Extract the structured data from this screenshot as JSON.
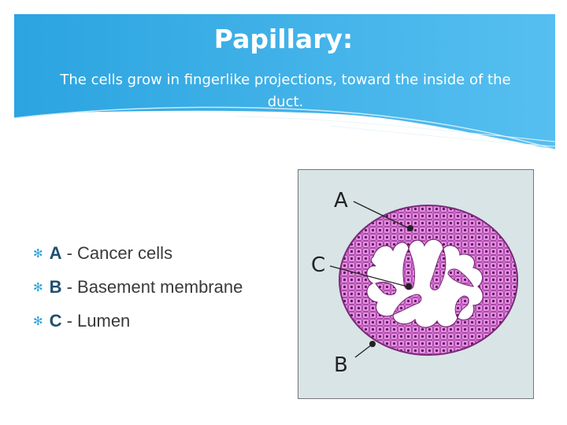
{
  "slide": {
    "title": "Papillary:",
    "subtitle": "The cells grow in fingerlike projections, toward the inside of the duct."
  },
  "bullets": [
    {
      "key": "A",
      "text": " - Cancer cells"
    },
    {
      "key": "B",
      "text": " - Basement membrane"
    },
    {
      "key": "C",
      "text": " - Lumen"
    }
  ],
  "figure": {
    "labels": {
      "a": "A",
      "b": "B",
      "c": "C"
    }
  },
  "colors": {
    "banner": "#2ba3e0",
    "tissue": "#d86fd6",
    "lumen": "#ffffff",
    "figure_bg": "#d9e4e6",
    "bullet_mark": "#29a3d6"
  }
}
